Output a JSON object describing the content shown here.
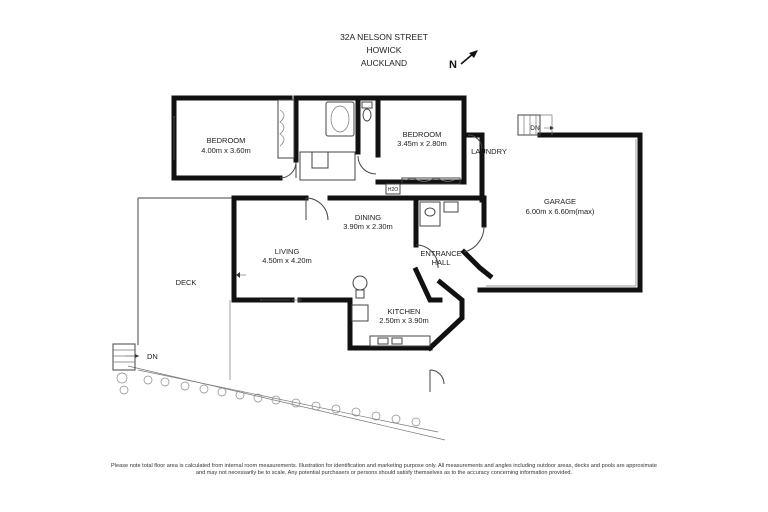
{
  "address": {
    "line1": "32A NELSON STREET",
    "line2": "HOWICK",
    "line3": "AUCKLAND"
  },
  "compass": {
    "label": "N",
    "icon": "north-arrow-icon"
  },
  "rooms": {
    "bedroom1": {
      "name": "BEDROOM",
      "size": "4.00m x 3.60m"
    },
    "bedroom2": {
      "name": "BEDROOM",
      "size": "3.45m x 2.80m"
    },
    "laundry": {
      "name": "LAUNDRY"
    },
    "garage": {
      "name": "GARAGE",
      "size": "6.00m x 6.60m(max)"
    },
    "dining": {
      "name": "DINING",
      "size": "3.90m x 2.30m"
    },
    "living": {
      "name": "LIVING",
      "size": "4.50m x 4.20m"
    },
    "entrance": {
      "name1": "ENTRANCE",
      "name2": "HALL"
    },
    "kitchen": {
      "name": "KITCHEN",
      "size": "2.50m x 3.90m"
    },
    "deck": {
      "name": "DECK"
    }
  },
  "markers": {
    "dn_top": "DN",
    "dn_left": "DN",
    "hwc": "H2O"
  },
  "disclaimer": "Please note total floor area is calculated from internal room measurements. Illustration for identification and marketing purpose only. All measurements and angles including outdoor areas, decks and pools are approximate and may not necessarily be to scale. Any potential purchasers or persons should satisfy themselves as to the accuracy concerning information provided."
}
